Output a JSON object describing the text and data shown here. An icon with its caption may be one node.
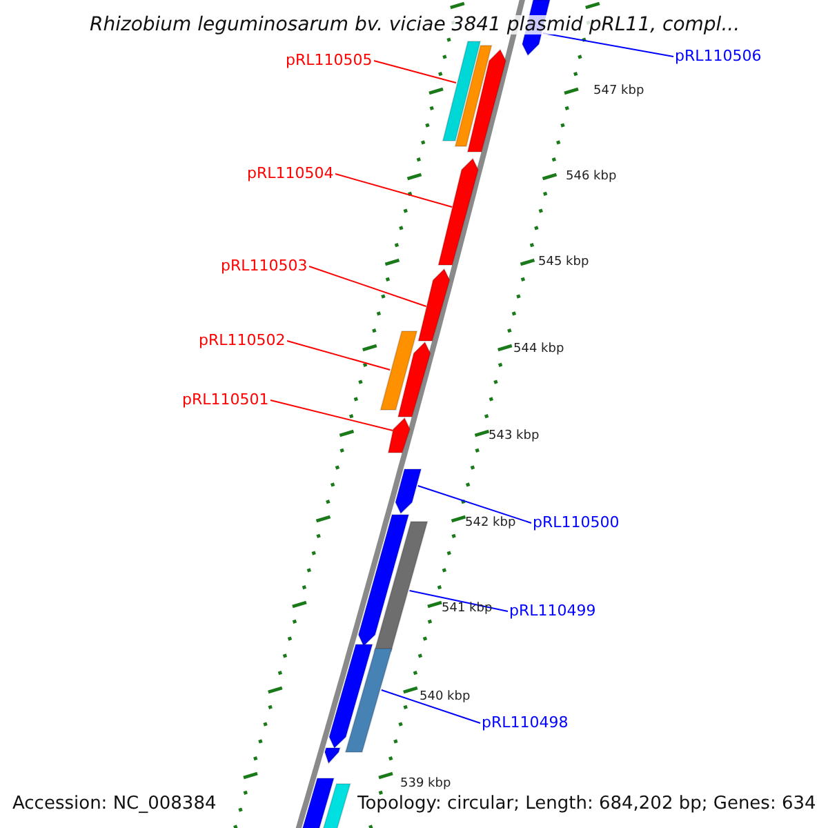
{
  "diagram": {
    "title": "Rhizobium leguminosarum bv. viciae 3841 plasmid pRL11, compl...",
    "nodes": [
      {
        "text": [
          "pRL110505"
        ]
      },
      {
        "text": [
          "pRL110506"
        ]
      },
      {
        "text": [
          "pRL110504"
        ]
      },
      {
        "text": [
          "pRL110503"
        ]
      },
      {
        "text": [
          "pRL110502"
        ]
      },
      {
        "text": [
          "pRL110501"
        ]
      },
      {
        "text": [
          "pRL110500"
        ]
      },
      {
        "text": [
          "pRL110499"
        ]
      },
      {
        "text": [
          "pRL110498"
        ]
      },
      {
        "text": [],
        "shape": "bar"
      },
      {
        "text": [],
        "shape": "arrow"
      },
      {
        "text": [],
        "shape": "arrow"
      },
      {
        "text": [],
        "shape": "arrow"
      },
      {
        "text": [],
        "shape": "bar"
      },
      {
        "text": [],
        "shape": "arrow"
      },
      {
        "text": [],
        "shape": "arrow"
      },
      {
        "text": [],
        "shape": "bar"
      },
      {
        "text": [],
        "shape": "bar"
      },
      {
        "text": [],
        "shape": "bar"
      },
      {
        "text": [],
        "shape": "arrow"
      },
      {
        "text": [],
        "shape": "arrow"
      },
      {
        "text": [],
        "shape": "arrow"
      },
      {
        "text": [],
        "shape": "arrow"
      },
      {
        "text": [],
        "shape": "arrow"
      },
      {
        "text": [],
        "shape": "bar"
      },
      {
        "text": [],
        "shape": "bar"
      }
    ],
    "edges": [
      {
        "from": 0,
        "to": 9,
        "arrow": "none"
      },
      {
        "from": 1,
        "to": 10,
        "arrow": "none",
        "color": "#0000ff"
      },
      {
        "from": 2,
        "to": 11,
        "arrow": "none"
      },
      {
        "from": 3,
        "to": 12,
        "arrow": "none"
      },
      {
        "from": 4,
        "to": 13,
        "arrow": "none"
      },
      {
        "from": 5,
        "to": 14,
        "arrow": "none"
      },
      {
        "from": 6,
        "to": 15,
        "arrow": "none",
        "color": "#0000ff"
      },
      {
        "from": 7,
        "to": 16,
        "arrow": "none",
        "color": "#0000ff"
      },
      {
        "from": 8,
        "to": 17,
        "arrow": "none",
        "color": "#0000ff"
      }
    ],
    "labels": [
      "547 kbp",
      "546 kbp",
      "545 kbp",
      "544 kbp",
      "543 kbp",
      "542 kbp",
      "541 kbp",
      "540 kbp",
      "539 kbp",
      "Accession: NC_008384",
      "Topology: circular; Length: 684,202 bp; Genes: 634"
    ]
  }
}
